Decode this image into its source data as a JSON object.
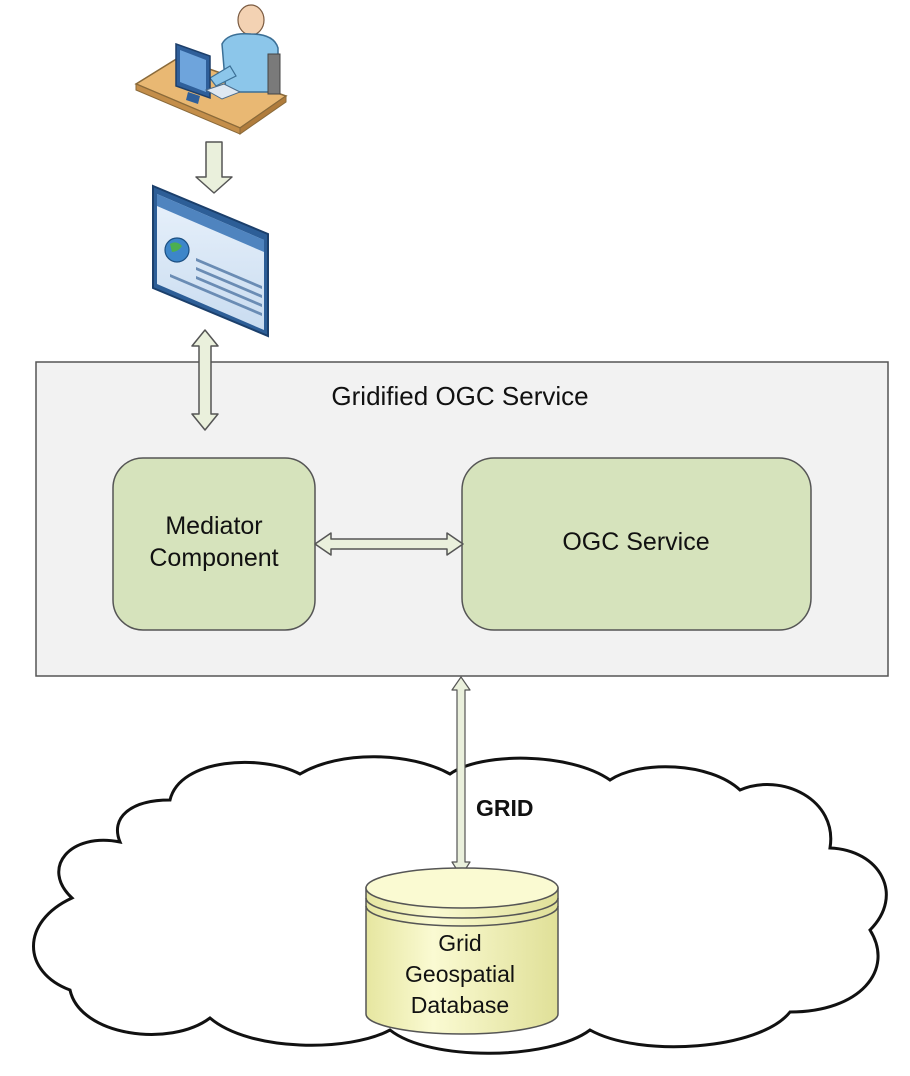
{
  "diagram": {
    "service_box": {
      "title": "Gridified OGC Service",
      "color": "#f2f2f2"
    },
    "mediator": {
      "label_lines": [
        "Mediator",
        "Component"
      ],
      "color": "#d6e3bc"
    },
    "ogc_service": {
      "label": "OGC Service",
      "color": "#d6e3bc"
    },
    "grid": {
      "label": "GRID"
    },
    "database": {
      "label_lines": [
        "Grid",
        "Geospatial",
        "Database"
      ],
      "color": "#f0f0b0"
    },
    "icons": {
      "user": "user-at-computer-icon",
      "web_client": "web-browser-window-icon"
    },
    "arrow_color": "#eaf0dc"
  }
}
